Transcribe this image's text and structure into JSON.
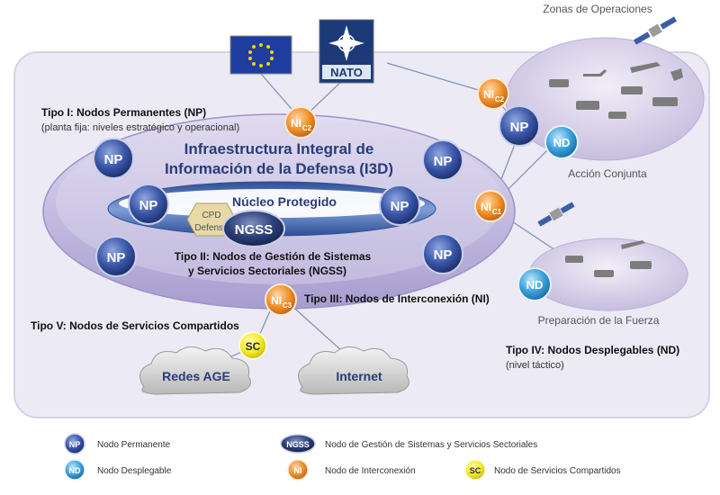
{
  "nodes": {
    "np": "NP",
    "nd": "ND",
    "ni": "NI",
    "ngss": "NGSS",
    "sc": "SC",
    "ni_sub_c1": "C1",
    "ni_sub_c2": "C2",
    "ni_sub_c3": "C3"
  },
  "logos": {
    "nato": "NATO"
  },
  "labels": {
    "zonas": "Zonas de Operaciones",
    "accion": "Acción Conjunta",
    "preparacion": "Preparación de la Fuerza",
    "tipo1_title": "Tipo I: Nodos Permanentes (NP)",
    "tipo1_sub": "(planta fija: niveles estratégico y operacional)",
    "i3d_line1": "Infraestructura Integral de",
    "i3d_line2": "Información de la Defensa (I3D)",
    "nucleo": "Núcleo Protegido",
    "cpd_line1": "CPD",
    "cpd_line2": "Defensa",
    "tipo2_line1": "Tipo II: Nodos de Gestión de Sistemas",
    "tipo2_line2": "y Servicios Sectoriales (NGSS)",
    "tipo3": "Tipo III: Nodos de Interconexión (NI)",
    "tipo4_title": "Tipo IV: Nodos Desplegables (ND)",
    "tipo4_sub": "(nivel táctico)",
    "tipo5": "Tipo V: Nodos de Servicios Compartidos",
    "redes": "Redes AGE",
    "internet": "Internet"
  },
  "legend": {
    "np": "Nodo Permanente",
    "nd": "Nodo Desplegable",
    "ngss": "Nodo de Gestión de Sistemas y Servicios Sectoriales",
    "ni": "Nodo de Interconexión",
    "sc": "Nodo de Servicios Compartidos"
  },
  "colors": {
    "np": "#3a56a8",
    "nd": "#3aa0dc",
    "ni": "#f0902a",
    "ngss": "#2c3e78",
    "sc": "#f4ec2c",
    "panel": "#eceaf4",
    "ellipse": "#c6bfe0",
    "core": "#4a6fb0"
  }
}
